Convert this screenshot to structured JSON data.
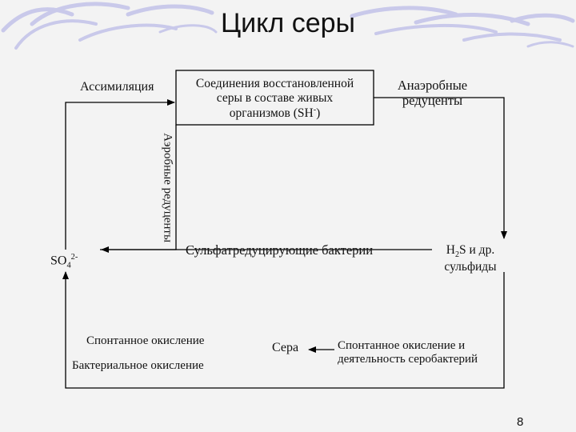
{
  "slide": {
    "title": "Цикл серы",
    "page_number": "8"
  },
  "nodes": {
    "assimilation": "Ассимиляция",
    "reduced_compounds": {
      "line1": "Соединения восстановленной",
      "line2": "серы в составе живых",
      "line3_prefix": "организмов (",
      "line3_formula": "SH",
      "line3_charge": "-",
      "line3_suffix": ")"
    },
    "anaerobic_reducers": {
      "line1": "Анаэробные",
      "line2": "редуценты"
    },
    "aerobic_reducers": "Аэробные редуценты",
    "sulfate": {
      "base": "SO",
      "sub": "4",
      "sup": "2-"
    },
    "sulfate_reducing_bacteria": "Сульфатредуцирующие бактерии",
    "hydrogen_sulfide": {
      "h": "H",
      "sub": "2",
      "rest": "S и др.",
      "line2": "сульфиды"
    },
    "spontaneous_oxidation_left": "Спонтанное окисление",
    "bacterial_oxidation": "Бактериальное окисление",
    "sulfur": "Сера",
    "spontaneous_oxidation_right": {
      "line1": "Спонтанное окисление и",
      "line2": "деятельность серобактерий"
    }
  },
  "colors": {
    "background": "#f3f3f3",
    "lines": "#000000",
    "decor_swoosh": "#c9c9ea"
  }
}
